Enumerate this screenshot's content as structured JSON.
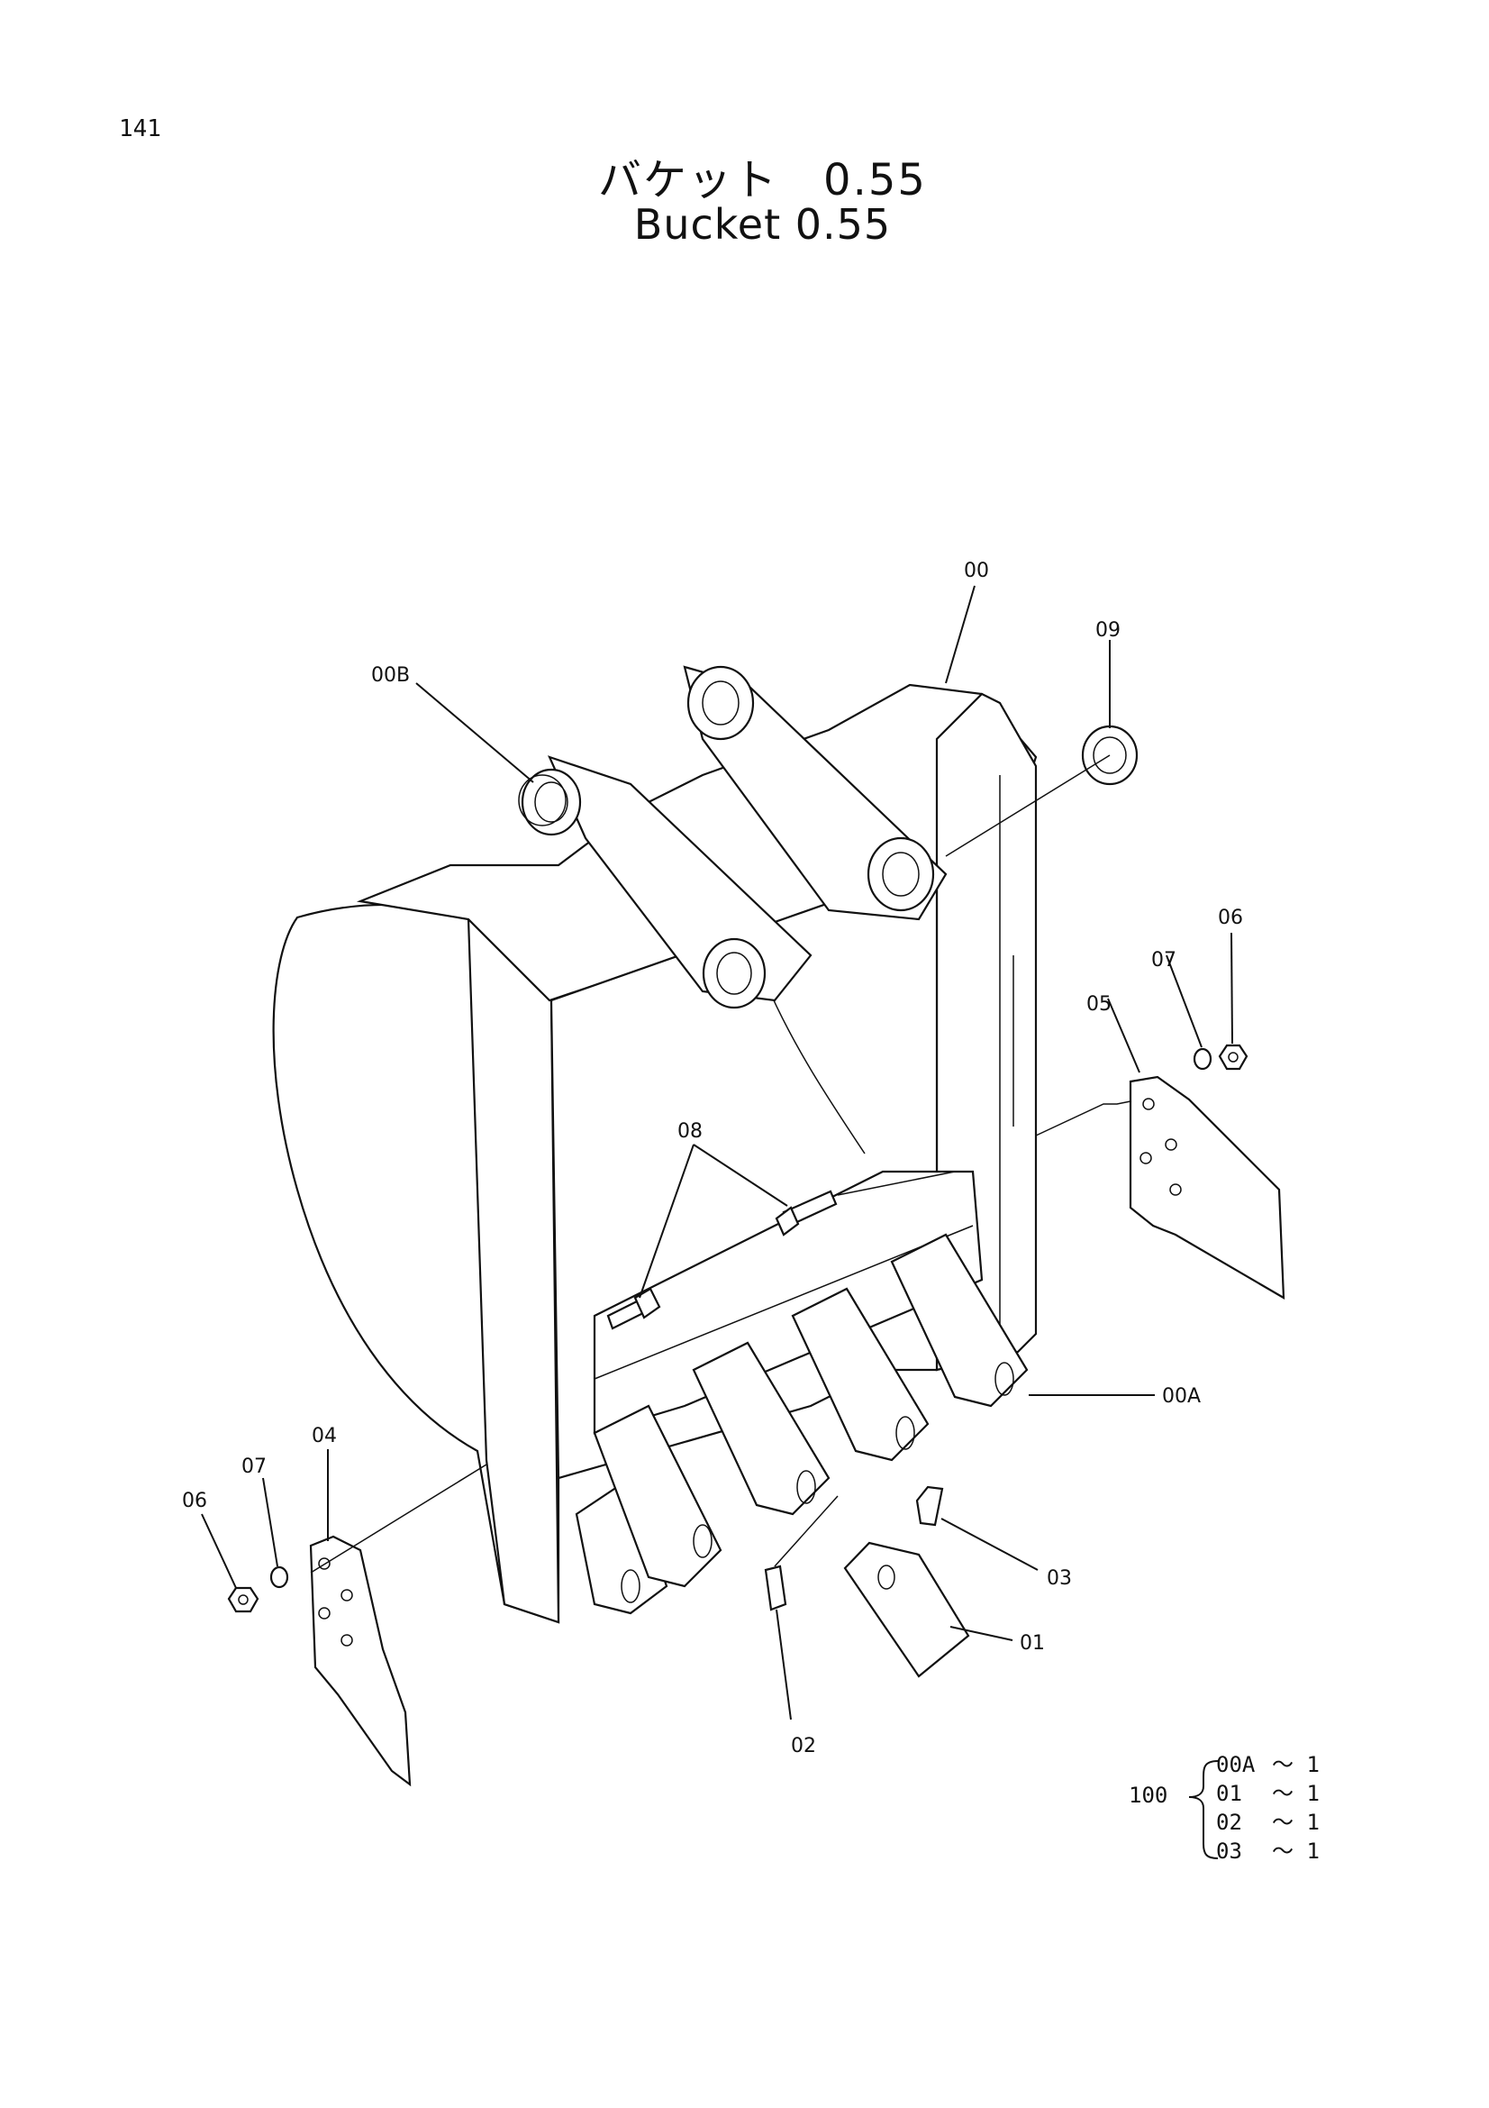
{
  "header": {
    "page_number": "141",
    "title_ja": "バケット　0.55",
    "title_en": "Bucket 0.55"
  },
  "labels": {
    "l00": "00",
    "l09": "09",
    "l00B": "00B",
    "l06r": "06",
    "l07r": "07",
    "l05": "05",
    "l08": "08",
    "l00A": "00A",
    "l04": "04",
    "l07l": "07",
    "l06l": "06",
    "l03": "03",
    "l01": "01",
    "l02": "02"
  },
  "kit_note": {
    "assembly_number": "100",
    "rows": [
      {
        "part": "00A",
        "qty": "～ 1"
      },
      {
        "part": "01",
        "qty": "～ 1"
      },
      {
        "part": "02",
        "qty": "～ 1"
      },
      {
        "part": "03",
        "qty": "～ 1"
      }
    ]
  }
}
